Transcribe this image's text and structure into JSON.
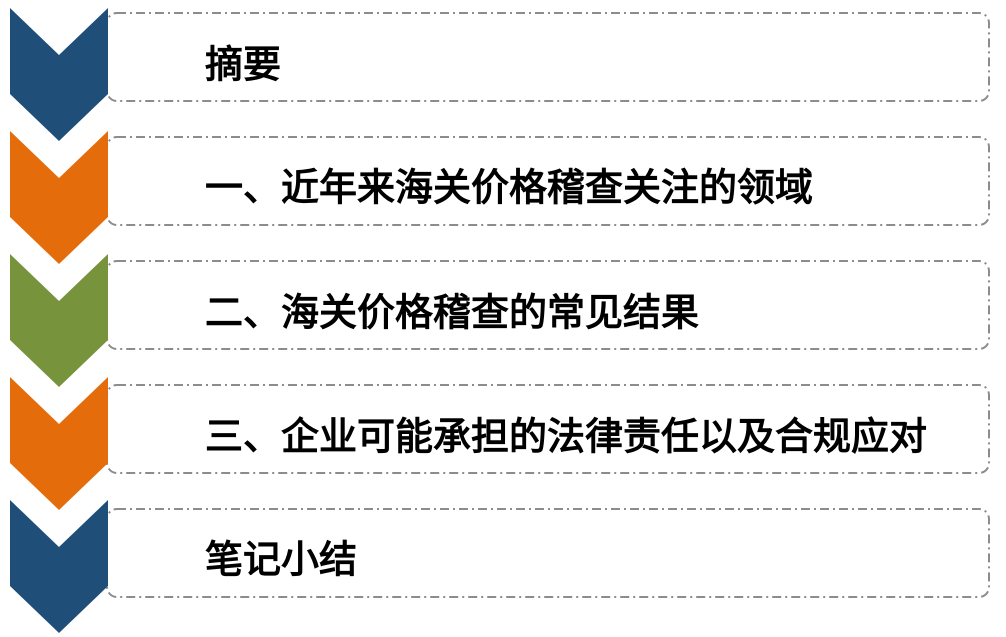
{
  "items": [
    {
      "label": "摘要",
      "chevron_color": "#1F4E79"
    },
    {
      "label": "一、近年来海关价格稽查关注的领域",
      "chevron_color": "#E46C0A"
    },
    {
      "label": "二、海关价格稽查的常见结果",
      "chevron_color": "#77933C"
    },
    {
      "label": "三、企业可能承担的法律责任以及合规应对",
      "chevron_color": "#E46C0A"
    },
    {
      "label": "笔记小结",
      "chevron_color": "#1F4E79"
    }
  ],
  "colors": {
    "box_border": "#8C8C8C",
    "text": "#000000"
  }
}
